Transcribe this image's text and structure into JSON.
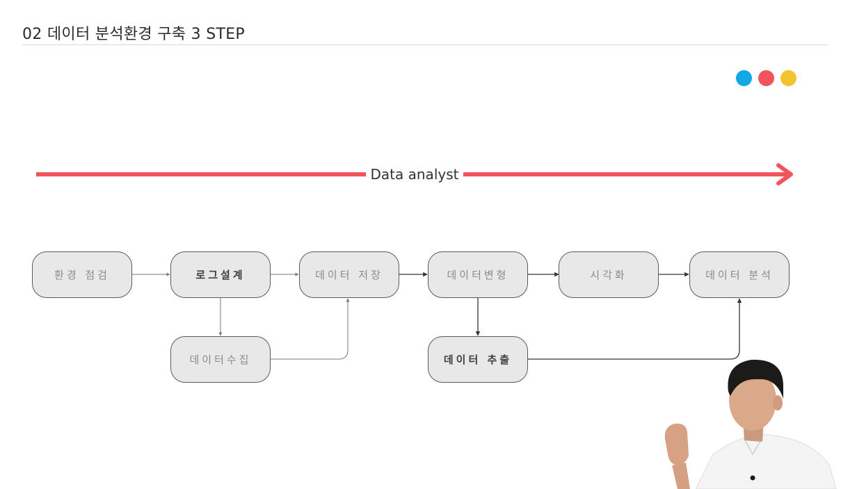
{
  "slide": {
    "title": "02 데이터 분석환경 구축 3 STEP"
  },
  "decor": {
    "dots": [
      "#12a8e8",
      "#f2545b",
      "#f4c430"
    ],
    "accent": "#f2545b"
  },
  "diagram": {
    "timeline_label": "Data analyst",
    "nodes": [
      {
        "id": "env",
        "label": "환경 점검"
      },
      {
        "id": "log",
        "label": "로그설계"
      },
      {
        "id": "collect",
        "label": "데이터수집"
      },
      {
        "id": "store",
        "label": "데이터 저장"
      },
      {
        "id": "transform",
        "label": "데이터변형"
      },
      {
        "id": "extract",
        "label": "데이터 추출"
      },
      {
        "id": "viz",
        "label": "시각화"
      },
      {
        "id": "analysis",
        "label": "데이터 분석"
      }
    ]
  }
}
